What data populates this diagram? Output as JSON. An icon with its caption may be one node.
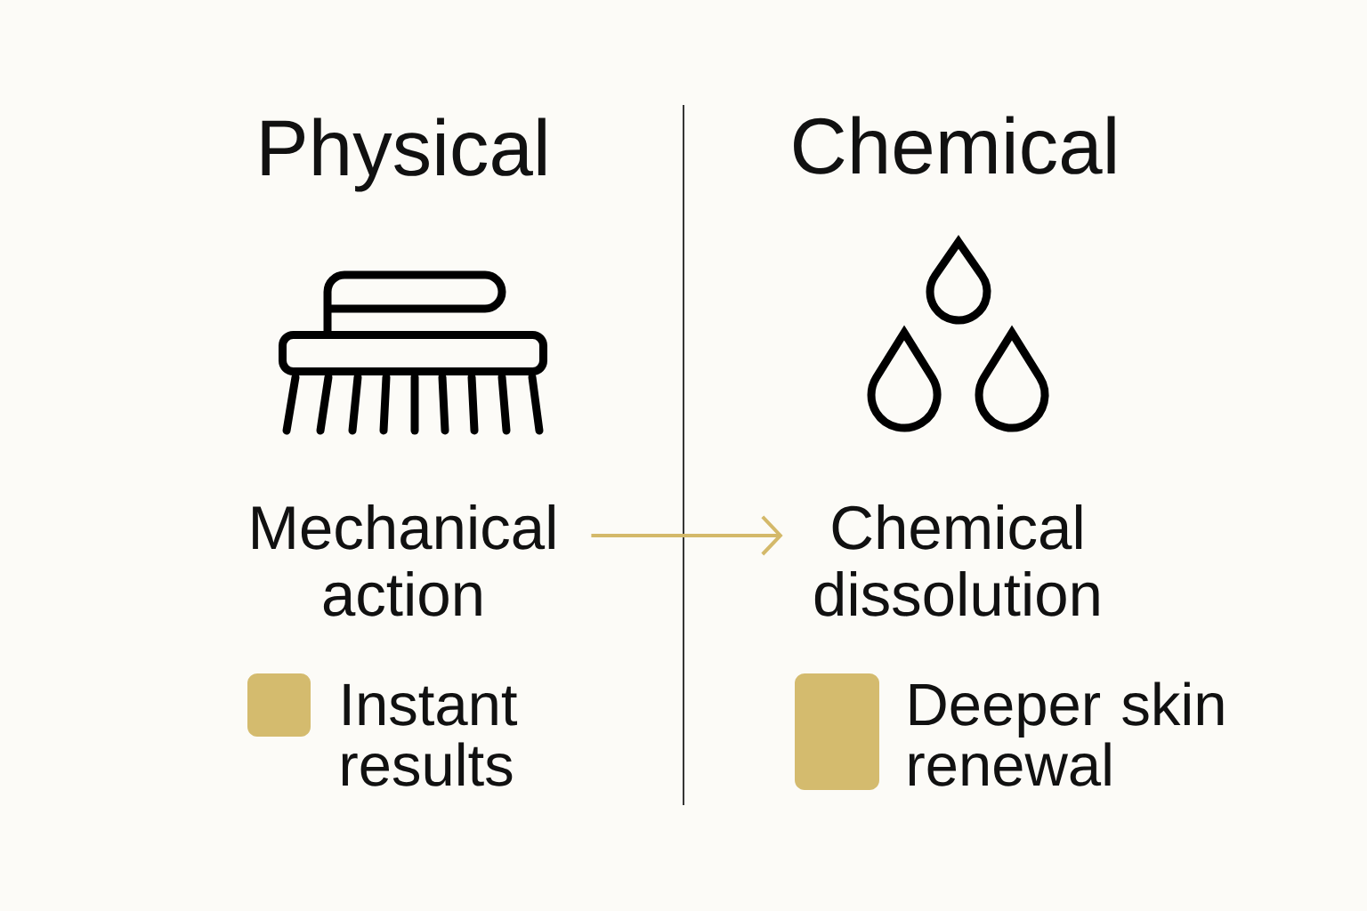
{
  "diagram": {
    "nodes": [
      {
        "text": [
          "Mechanical action"
        ]
      },
      {
        "text": [
          "Chemical dissolution"
        ]
      }
    ],
    "edges": [
      {
        "from": 0,
        "to": 1,
        "arrow": "to",
        "color": "#d4b96a"
      }
    ],
    "labels": [
      "Physical",
      "Chemical"
    ],
    "legend": [
      {
        "text": "Instant results",
        "color": "#d4bb6e"
      },
      {
        "text": "Deeper skin renewal",
        "color": "#d4bb6e"
      }
    ]
  }
}
